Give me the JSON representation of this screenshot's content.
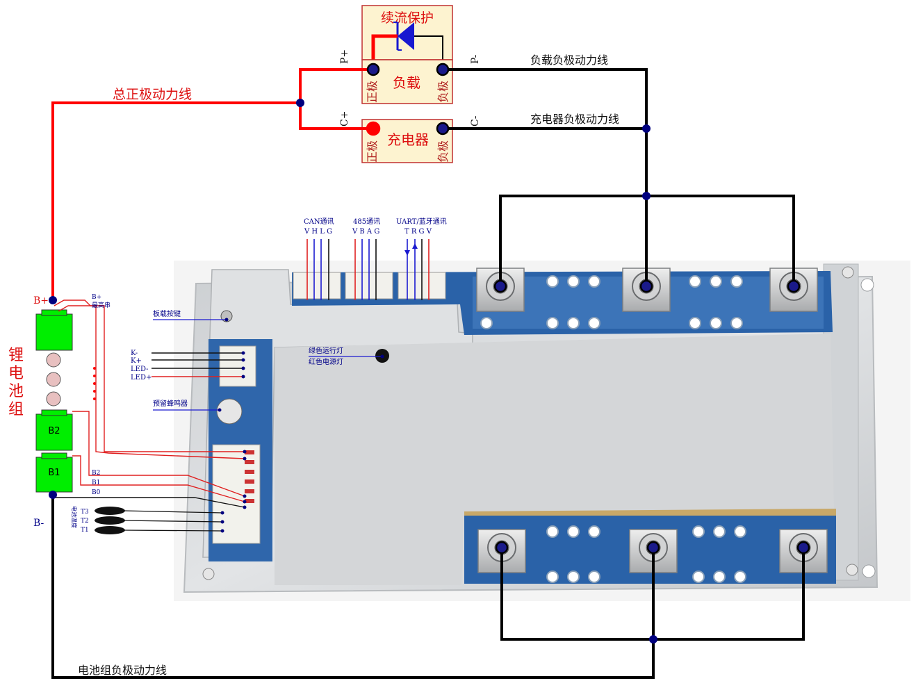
{
  "colors": {
    "positive_wire": "#ff0000",
    "negative_wire": "#000000",
    "node": "#00007f",
    "cell_fill": "#00ee00",
    "signal_blue": "#0000cc",
    "box_fill": "#fdf3d0",
    "board_silver": "#d6d8da",
    "pcb_blue": "#1f5fa4"
  },
  "top": {
    "freewheel_label": "续流保护",
    "load_label": "负载",
    "charger_label": "充电器",
    "positive_pole": "正极",
    "negative_pole": "负极",
    "p_plus": "P+",
    "p_minus": "P-",
    "c_plus": "C+",
    "c_minus": "C-",
    "load_neg_line": "负载负极动力线",
    "charger_neg_line": "充电器负极动力线",
    "main_pos_line": "总正极动力线",
    "battery_neg_line": "电池组负极动力线"
  },
  "battery": {
    "pack_label": "锂电池组",
    "b_plus": "B+",
    "b_minus": "B-",
    "cell_b2": "B2",
    "cell_b1": "B1",
    "dots": "•\n•\n•\n•\n•"
  },
  "sense": {
    "b_plus_small": "B+",
    "highest_string": "最高串",
    "b2": "B2",
    "b1": "B1",
    "b0": "B0",
    "t3": "T3",
    "t2": "T2",
    "t1": "T1",
    "temp_label": "电池温度"
  },
  "board": {
    "onboard_button": "板载按键",
    "k_minus": "K-",
    "k_plus": "K+",
    "led_a": "LED-",
    "led_b": "LED+",
    "buzzer": "预留蜂鸣器",
    "green_led": "绿色运行灯",
    "red_led": "红色电源灯"
  },
  "comm": {
    "can_title": "CAN通讯",
    "can_pins": "V H L G",
    "rs485_title": "485通讯",
    "rs485_pins": "V B A G",
    "uart_title": "UART/蓝牙通讯",
    "uart_pins": "T R G V"
  }
}
